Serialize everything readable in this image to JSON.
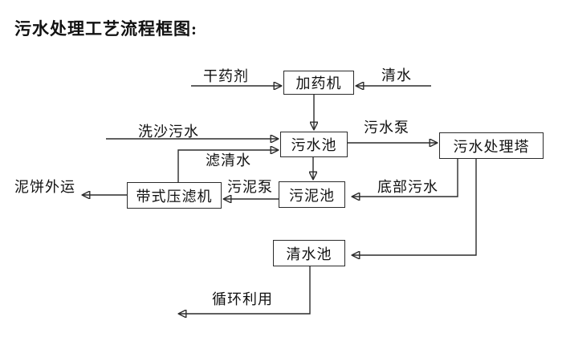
{
  "page": {
    "background_color": "#ffffff",
    "line_color": "#2b2b2b",
    "text_color": "#111111"
  },
  "title": "污水处理工艺流程框图:",
  "nodes": [
    {
      "id": "dosing-machine",
      "label": "加药机"
    },
    {
      "id": "sewage-pool",
      "label": "污水池"
    },
    {
      "id": "treatment-tower",
      "label": "污水处理塔"
    },
    {
      "id": "belt-filter-press",
      "label": "带式压滤机"
    },
    {
      "id": "sludge-pool",
      "label": "污泥池"
    },
    {
      "id": "clean-water-pool",
      "label": "清水池"
    }
  ],
  "labels": [
    {
      "id": "dry-agent",
      "text": "干药剂"
    },
    {
      "id": "clean-water",
      "text": "清水"
    },
    {
      "id": "sand-washing-sewage",
      "text": "洗沙污水"
    },
    {
      "id": "sewage-pump",
      "text": "污水泵"
    },
    {
      "id": "filtered-water",
      "text": "滤清水"
    },
    {
      "id": "mud-cake-out",
      "text": "泥饼外运"
    },
    {
      "id": "sludge-pump",
      "text": "污泥泵"
    },
    {
      "id": "bottom-sewage",
      "text": "底部污水"
    },
    {
      "id": "recycle-use",
      "text": "循环利用"
    }
  ],
  "edges": [
    {
      "from": "干药剂",
      "to": "加药机"
    },
    {
      "from": "清水",
      "to": "加药机"
    },
    {
      "from": "加药机",
      "to": "污水池"
    },
    {
      "from": "洗沙污水",
      "to": "污水池"
    },
    {
      "from": "带式压滤机",
      "to": "污水池",
      "label": "滤清水"
    },
    {
      "from": "污水池",
      "to": "污水处理塔",
      "label": "污水泵"
    },
    {
      "from": "污水池",
      "to": "污泥池"
    },
    {
      "from": "污泥池",
      "to": "带式压滤机",
      "label": "污泥泵"
    },
    {
      "from": "带式压滤机",
      "to": "泥饼外运"
    },
    {
      "from": "污水处理塔",
      "to": "污泥池",
      "label": "底部污水"
    },
    {
      "from": "污水处理塔",
      "to": "清水池"
    },
    {
      "from": "清水池",
      "to": "循环利用"
    }
  ]
}
